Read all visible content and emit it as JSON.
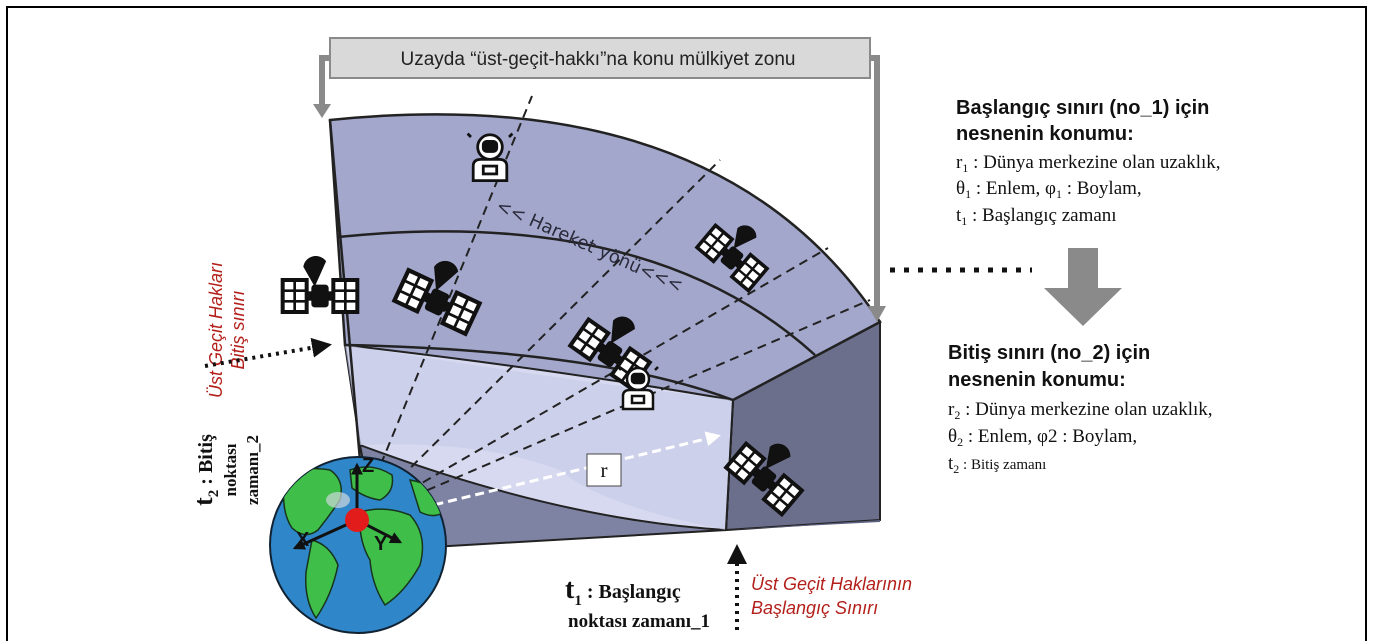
{
  "banner": {
    "text": "Uzayda “üst-geçit-hakkı”na konu mülkiyet zonu"
  },
  "motion_label": "<< Hareket yönü<<<",
  "radius_label": "r",
  "start_box": {
    "title_line1": "Başlangıç sınırı (no_1) için",
    "title_line2": "nesnenin konumu:",
    "lines": [
      {
        "sym": "r",
        "sub": "1",
        "text": "  : Dünya merkezine olan uzaklık,"
      },
      {
        "sym": "θ",
        "sub": "1",
        "text": " : Enlem,  ",
        "sym2": "φ",
        "sub2": "1",
        "text2": " : Boylam,"
      },
      {
        "sym": "t",
        "sub": "1",
        "text": "  : Başlangıç zamanı"
      }
    ]
  },
  "end_box": {
    "title_line1": "Bitiş sınırı (no_2) için",
    "title_line2": "nesnenin konumu:",
    "lines": [
      {
        "sym": "r",
        "sub": "2",
        "text": "  : Dünya merkezine olan uzaklık,"
      },
      {
        "sym": "θ",
        "sub": "2",
        "text": " : Enlem,  φ2 : Boylam,"
      },
      {
        "sym": "t",
        "sub": "2",
        "text": "  : Bitiş zamanı"
      }
    ]
  },
  "left_red_label": {
    "line1": "Üst Geçit Hakları",
    "line2": "Bitiş sınırı"
  },
  "left_time_label": {
    "sym": "t",
    "sub": "2",
    "line1": " : Bitiş",
    "line2": "noktası",
    "line3": "zamanı_2"
  },
  "bottom_time_label": {
    "sym": "t",
    "sub": "1",
    "line1": " : Başlangıç",
    "line2": "noktası zamanı_1"
  },
  "bottom_red_label": {
    "line1": "Üst Geçit Haklarının",
    "line2": "Başlangıç Sınırı"
  },
  "axes": {
    "z": "Z",
    "x": "X",
    "y": "Y"
  },
  "colors": {
    "zone_top": "#a3a7cc",
    "zone_mid": "#9ea2c6",
    "zone_inner": "#d6d9ef",
    "zone_right": "#6b6f8c",
    "zone_bottom": "#5d6180",
    "arrow_gray": "#8a8a8a",
    "banner_bg": "#d9d9d9",
    "red_text": "#b3201b",
    "earth_ocean": "#2f86c9",
    "earth_land": "#3fbf4a"
  },
  "icons": [
    "satellite-icon",
    "astronaut-icon",
    "earth-icon"
  ]
}
